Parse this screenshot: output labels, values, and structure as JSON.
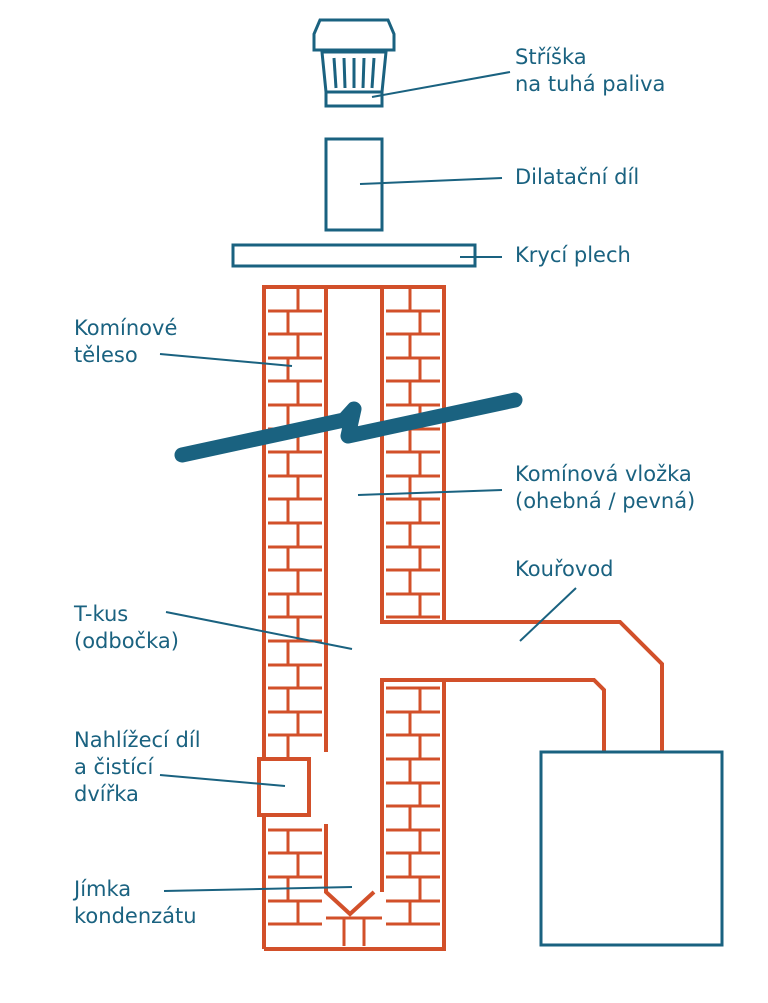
{
  "colors": {
    "brick": "#d2502a",
    "teal": "#1a6280",
    "background": "#ffffff"
  },
  "labels": {
    "striska": [
      "Stříška",
      "na tuhá paliva"
    ],
    "dilatacni": [
      "Dilatační díl"
    ],
    "kryci": [
      "Krycí plech"
    ],
    "kominove_teleso": [
      "Komínové",
      "těleso"
    ],
    "kominova_vlozka": [
      "Komínová vložka",
      "(ohebná / pevná)"
    ],
    "kourovod": [
      "Kouřovod"
    ],
    "t_kus": [
      "T-kus",
      "(odbočka)"
    ],
    "nahlizeci": [
      "Nahlížecí díl",
      "a čistící",
      "dvířka"
    ],
    "jimka": [
      "Jímka",
      "kondenzátu"
    ]
  }
}
